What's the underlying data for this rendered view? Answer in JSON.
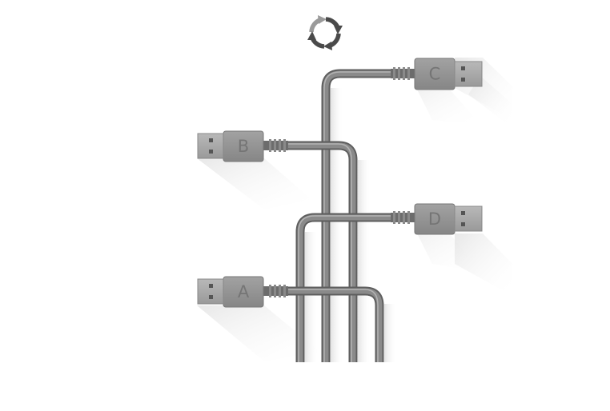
{
  "toolbar": {
    "refresh_icon": "refresh-icon"
  },
  "illustration": {
    "cables": [
      {
        "id": "c",
        "label": "C",
        "direction": "right"
      },
      {
        "id": "b",
        "label": "B",
        "direction": "left"
      },
      {
        "id": "d",
        "label": "D",
        "direction": "right"
      },
      {
        "id": "a",
        "label": "A",
        "direction": "left"
      }
    ]
  },
  "colors": {
    "cable": "#8a8a8a",
    "cable_dark": "#5e5e5e",
    "cable_light": "#b3b3b3",
    "connector_body": "#8f8f8f",
    "usb_metal": "#a6a6a6",
    "icon_dark": "#4a4a4a",
    "icon_light": "#9a9a9a"
  }
}
